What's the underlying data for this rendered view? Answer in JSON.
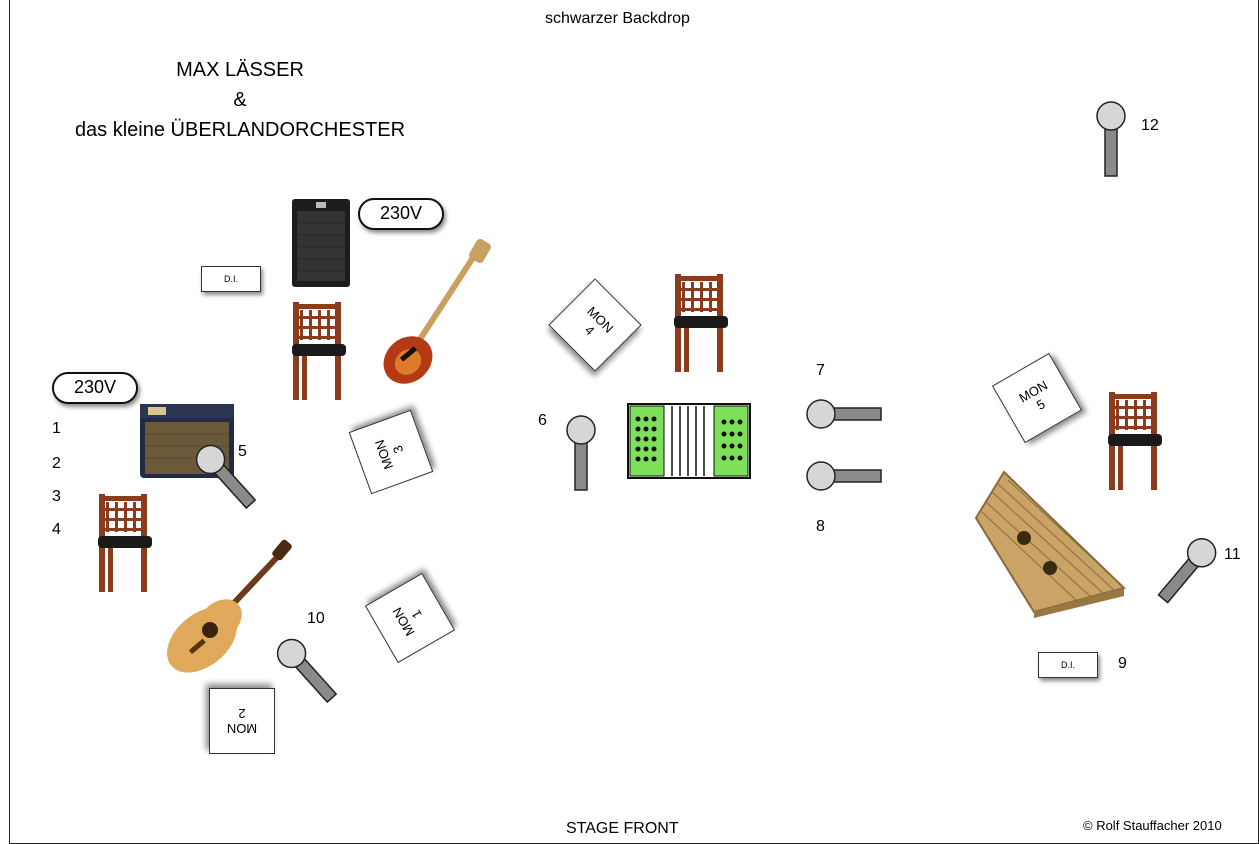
{
  "backdrop": "schwarzer Backdrop",
  "stage_front": "STAGE FRONT",
  "copyright": "© Rolf Stauffacher 2010",
  "title": {
    "line1": "MAX LÄSSER",
    "line2": "&",
    "line3": "das kleine ÜBERLANDORCHESTER"
  },
  "power": {
    "top": "230V",
    "left": "230V"
  },
  "di_label": "D.I.",
  "monitors": {
    "mon1": {
      "label": "MON",
      "num": "1"
    },
    "mon2": {
      "label": "MON",
      "num": "2"
    },
    "mon3": {
      "label": "MON",
      "num": "3"
    },
    "mon4": {
      "label": "MON",
      "num": "4"
    },
    "mon5": {
      "label": "MON",
      "num": "5"
    }
  },
  "channels": [
    "1",
    "2",
    "3",
    "4",
    "5",
    "6",
    "7",
    "8",
    "9",
    "10",
    "11",
    "12"
  ]
}
